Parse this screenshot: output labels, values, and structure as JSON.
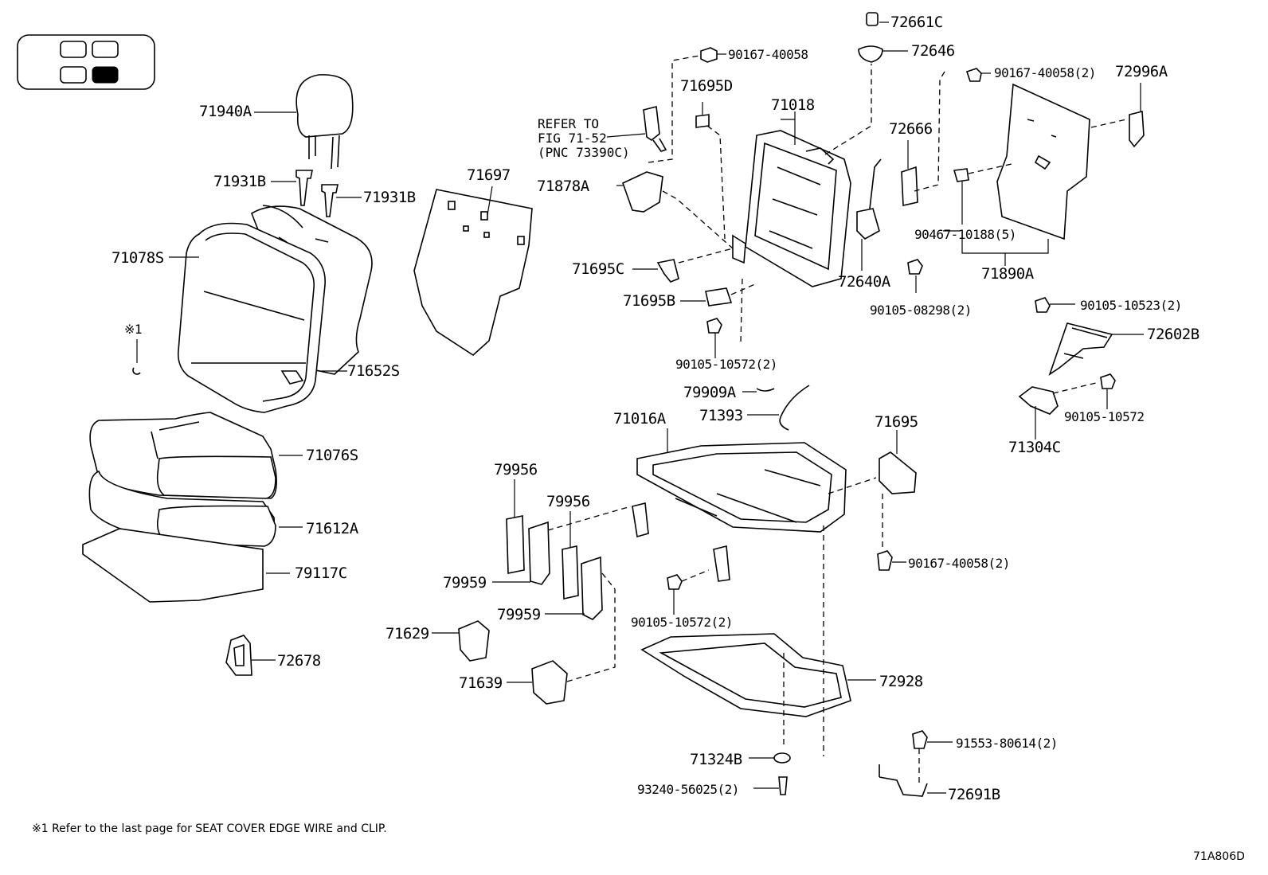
{
  "diagram": {
    "footnote": "※1  Refer to the last page for SEAT COVER EDGE WIRE and CLIP.",
    "figure_code": "71A806D",
    "reference_note": {
      "line1": "REFER TO",
      "line2": "FIG 71-52",
      "line3": "(PNC 73390C)"
    },
    "asterisk_marker": "※1",
    "labels": [
      {
        "id": "72661C",
        "text": "72661C"
      },
      {
        "id": "72646",
        "text": "72646"
      },
      {
        "id": "90167-40058-top",
        "text": "90167-40058"
      },
      {
        "id": "90167-40058-2-top",
        "text": "90167-40058(2)"
      },
      {
        "id": "72996A",
        "text": "72996A"
      },
      {
        "id": "71695D",
        "text": "71695D"
      },
      {
        "id": "71018",
        "text": "71018"
      },
      {
        "id": "72666",
        "text": "72666"
      },
      {
        "id": "71940A",
        "text": "71940A"
      },
      {
        "id": "71931B-left",
        "text": "71931B"
      },
      {
        "id": "71931B-right",
        "text": "71931B"
      },
      {
        "id": "71697",
        "text": "71697"
      },
      {
        "id": "71878A",
        "text": "71878A"
      },
      {
        "id": "90467-10188",
        "text": "90467-10188(5)"
      },
      {
        "id": "71890A",
        "text": "71890A"
      },
      {
        "id": "71078S",
        "text": "71078S"
      },
      {
        "id": "71695C",
        "text": "71695C"
      },
      {
        "id": "72640A",
        "text": "72640A"
      },
      {
        "id": "71695B",
        "text": "71695B"
      },
      {
        "id": "90105-08298",
        "text": "90105-08298(2)"
      },
      {
        "id": "90105-10523",
        "text": "90105-10523(2)"
      },
      {
        "id": "72602B",
        "text": "72602B"
      },
      {
        "id": "90105-10572-2-top",
        "text": "90105-10572(2)"
      },
      {
        "id": "71652S",
        "text": "71652S"
      },
      {
        "id": "79909A",
        "text": "79909A"
      },
      {
        "id": "71393",
        "text": "71393"
      },
      {
        "id": "90105-10572",
        "text": "90105-10572"
      },
      {
        "id": "71016A",
        "text": "71016A"
      },
      {
        "id": "71695",
        "text": "71695"
      },
      {
        "id": "71304C",
        "text": "71304C"
      },
      {
        "id": "71076S",
        "text": "71076S"
      },
      {
        "id": "79956-a",
        "text": "79956"
      },
      {
        "id": "79956-b",
        "text": "79956"
      },
      {
        "id": "71612A",
        "text": "71612A"
      },
      {
        "id": "90167-40058-2-bottom",
        "text": "90167-40058(2)"
      },
      {
        "id": "79117C",
        "text": "79117C"
      },
      {
        "id": "79959-a",
        "text": "79959"
      },
      {
        "id": "90105-10572-2-bottom",
        "text": "90105-10572(2)"
      },
      {
        "id": "79959-b",
        "text": "79959"
      },
      {
        "id": "71629",
        "text": "71629"
      },
      {
        "id": "72678",
        "text": "72678"
      },
      {
        "id": "72928",
        "text": "72928"
      },
      {
        "id": "71639",
        "text": "71639"
      },
      {
        "id": "91553-80614",
        "text": "91553-80614(2)"
      },
      {
        "id": "71324B",
        "text": "71324B"
      },
      {
        "id": "93240-56025",
        "text": "93240-56025(2)"
      },
      {
        "id": "72691B",
        "text": "72691B"
      }
    ]
  }
}
